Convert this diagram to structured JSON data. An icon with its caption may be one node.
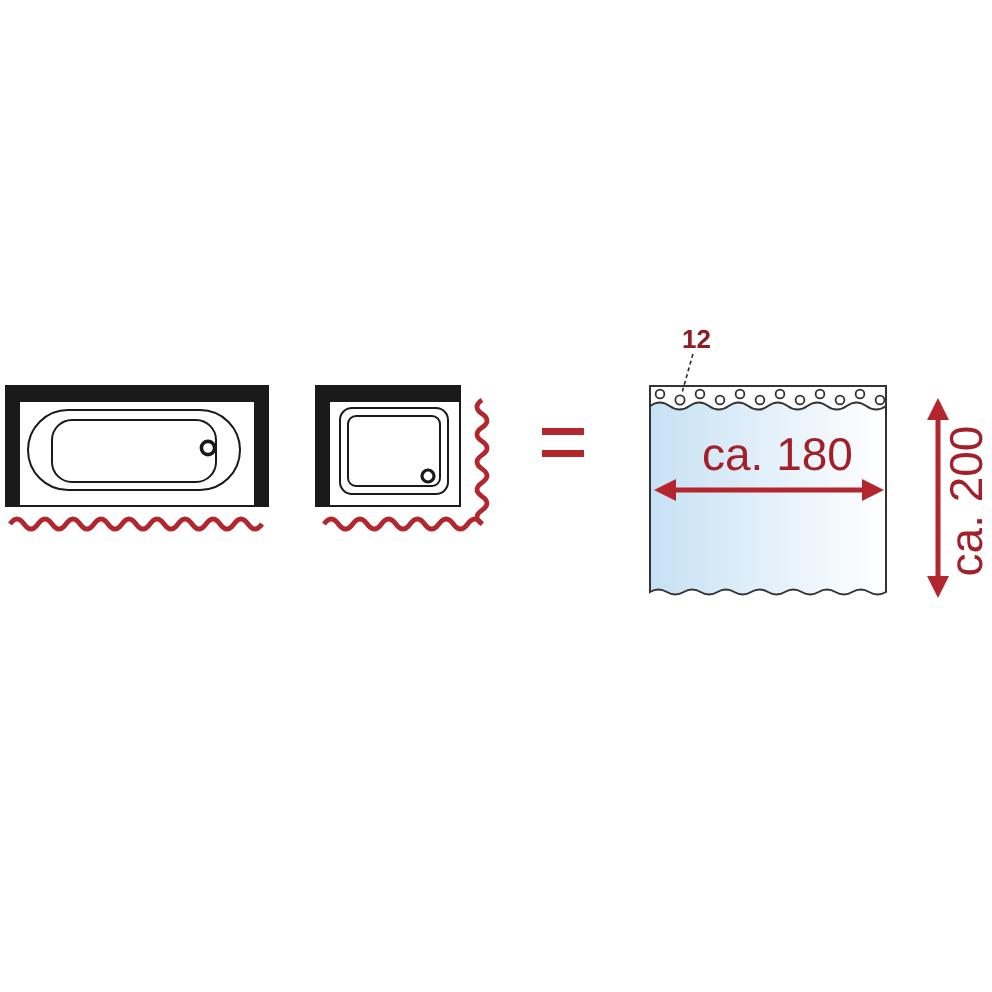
{
  "diagram": {
    "nodes": [
      {
        "text": [
          "12"
        ]
      },
      {
        "text": [],
        "shape": "circle"
      }
    ],
    "edges": [
      {
        "from": 0,
        "to": 1,
        "arrow": "none",
        "style": "dashed"
      }
    ],
    "labels": [
      "ca. 180",
      "ca. 200"
    ]
  }
}
